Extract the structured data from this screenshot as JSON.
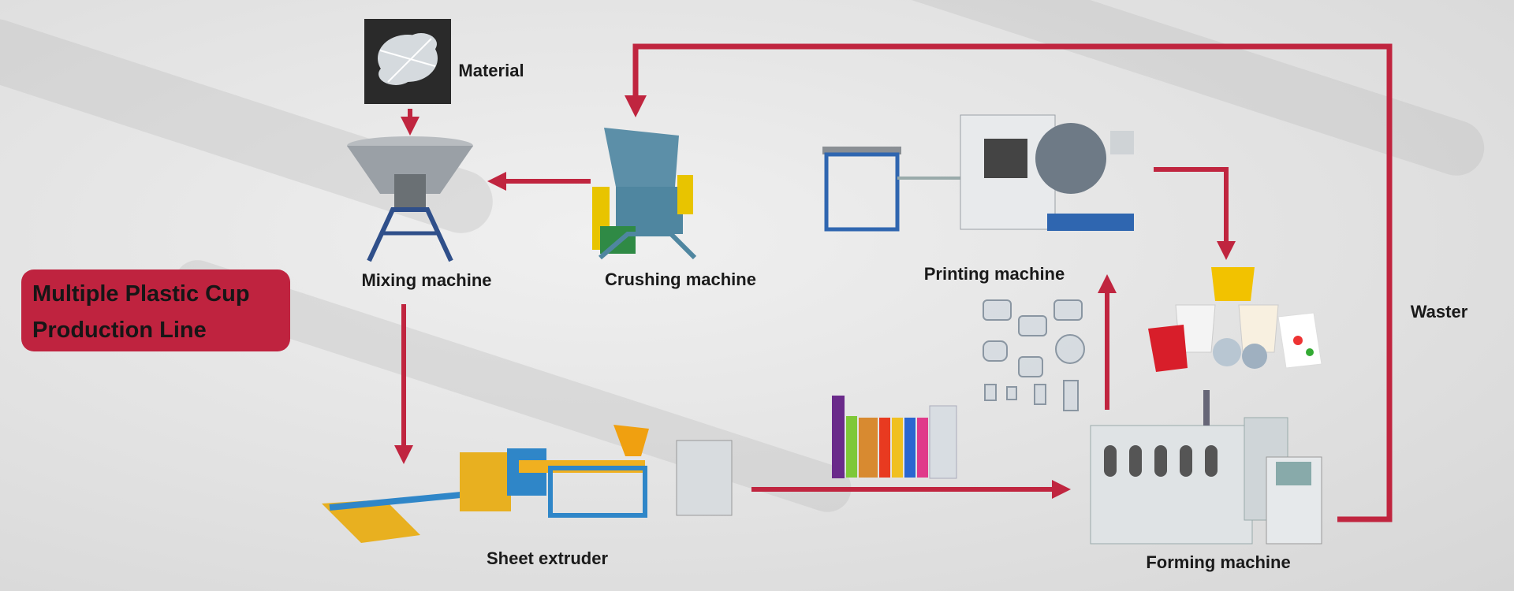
{
  "title": {
    "line1": "Multiple Plastic Cup",
    "line2": "Production Line"
  },
  "labels": {
    "material": "Material",
    "mixing": "Mixing machine",
    "crushing": "Crushing machine",
    "printing": "Printing machine",
    "extruder": "Sheet extruder",
    "forming": "Forming machine",
    "waster": "Waster"
  },
  "colors": {
    "arrow": "#c0253f",
    "title_bg": "#bf233f"
  }
}
